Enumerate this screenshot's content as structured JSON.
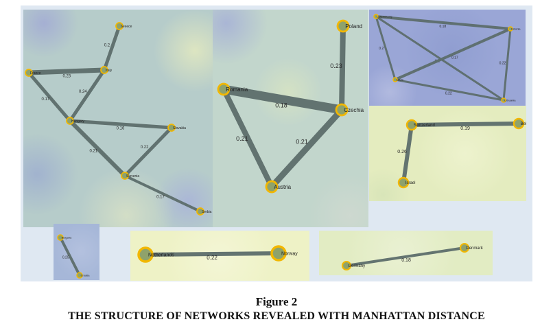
{
  "figure": {
    "number_label": "Figure 2",
    "title": "THE STRUCTURE OF NETWORKS REVEALED WITH MANHATTAN DISTANCE"
  },
  "colors": {
    "edge": "#5d6e6c",
    "node_ring": "#f2b700",
    "node_core": "#8fa26b",
    "blue_bg": "#9aa6d6",
    "yellow_bg": "#e4ecbf",
    "teal_bg": "#b3cbc9"
  },
  "panels": [
    {
      "id": "panel-1",
      "nodes": [
        {
          "id": "n1",
          "label": "Greece"
        },
        {
          "id": "n2",
          "label": "Italy"
        },
        {
          "id": "n3",
          "label": "France"
        },
        {
          "id": "n4",
          "label": "Hungary"
        },
        {
          "id": "n5",
          "label": "Slovakia"
        },
        {
          "id": "n6",
          "label": "Slovenia"
        },
        {
          "id": "n7",
          "label": "Serbia"
        }
      ],
      "edges": [
        {
          "from": "n1",
          "to": "n2",
          "weight": "0.2"
        },
        {
          "from": "n3",
          "to": "n2",
          "weight": "0.23"
        },
        {
          "from": "n2",
          "to": "n4",
          "weight": "0.24"
        },
        {
          "from": "n3",
          "to": "n4",
          "weight": "0.17"
        },
        {
          "from": "n4",
          "to": "n5",
          "weight": "0.16"
        },
        {
          "from": "n4",
          "to": "n6",
          "weight": "0.21"
        },
        {
          "from": "n5",
          "to": "n6",
          "weight": "0.22"
        },
        {
          "from": "n6",
          "to": "n7",
          "weight": "0.17"
        }
      ]
    },
    {
      "id": "panel-2",
      "nodes": [
        {
          "id": "m1",
          "label": "Poland"
        },
        {
          "id": "m2",
          "label": "Romania"
        },
        {
          "id": "m3",
          "label": "Czechia"
        },
        {
          "id": "m4",
          "label": "Austria"
        }
      ],
      "edges": [
        {
          "from": "m1",
          "to": "m3",
          "weight": "0.23"
        },
        {
          "from": "m2",
          "to": "m3",
          "weight": "0.18"
        },
        {
          "from": "m2",
          "to": "m4",
          "weight": "0.21"
        },
        {
          "from": "m3",
          "to": "m4",
          "weight": "0.21"
        }
      ]
    },
    {
      "id": "panel-3",
      "nodes": [
        {
          "id": "p1",
          "label": "Luxembourg"
        },
        {
          "id": "p2",
          "label": "Estonia"
        },
        {
          "id": "p3",
          "label": "Latvia"
        },
        {
          "id": "p4",
          "label": "Lithuania"
        }
      ],
      "edges": [
        {
          "from": "p1",
          "to": "p2",
          "weight": "0.18"
        },
        {
          "from": "p1",
          "to": "p3",
          "weight": "0.2"
        },
        {
          "from": "p1",
          "to": "p4",
          "weight": "0.2"
        },
        {
          "from": "p3",
          "to": "p2",
          "weight": "0.17"
        },
        {
          "from": "p2",
          "to": "p4",
          "weight": "0.22"
        },
        {
          "from": "p3",
          "to": "p4",
          "weight": "0.22"
        }
      ]
    },
    {
      "id": "panel-4",
      "nodes": [
        {
          "id": "q1",
          "label": "Switzerland"
        },
        {
          "id": "q2",
          "label": "Belgium"
        },
        {
          "id": "q3",
          "label": "Israel"
        }
      ],
      "edges": [
        {
          "from": "q1",
          "to": "q2",
          "weight": "0.19"
        },
        {
          "from": "q1",
          "to": "q3",
          "weight": "0.26"
        }
      ]
    },
    {
      "id": "panel-5",
      "nodes": [
        {
          "id": "r1",
          "label": "Bulgaria"
        },
        {
          "id": "r2",
          "label": "Croatia"
        }
      ],
      "edges": [
        {
          "from": "r1",
          "to": "r2",
          "weight": "0.25"
        }
      ]
    },
    {
      "id": "panel-6",
      "nodes": [
        {
          "id": "s1",
          "label": "Netherlands"
        },
        {
          "id": "s2",
          "label": "Norway"
        }
      ],
      "edges": [
        {
          "from": "s1",
          "to": "s2",
          "weight": "0.22"
        }
      ]
    },
    {
      "id": "panel-7",
      "nodes": [
        {
          "id": "t1",
          "label": "Denmark"
        },
        {
          "id": "t2",
          "label": "Germany"
        }
      ],
      "edges": [
        {
          "from": "t2",
          "to": "t1",
          "weight": "0.18"
        }
      ]
    }
  ]
}
